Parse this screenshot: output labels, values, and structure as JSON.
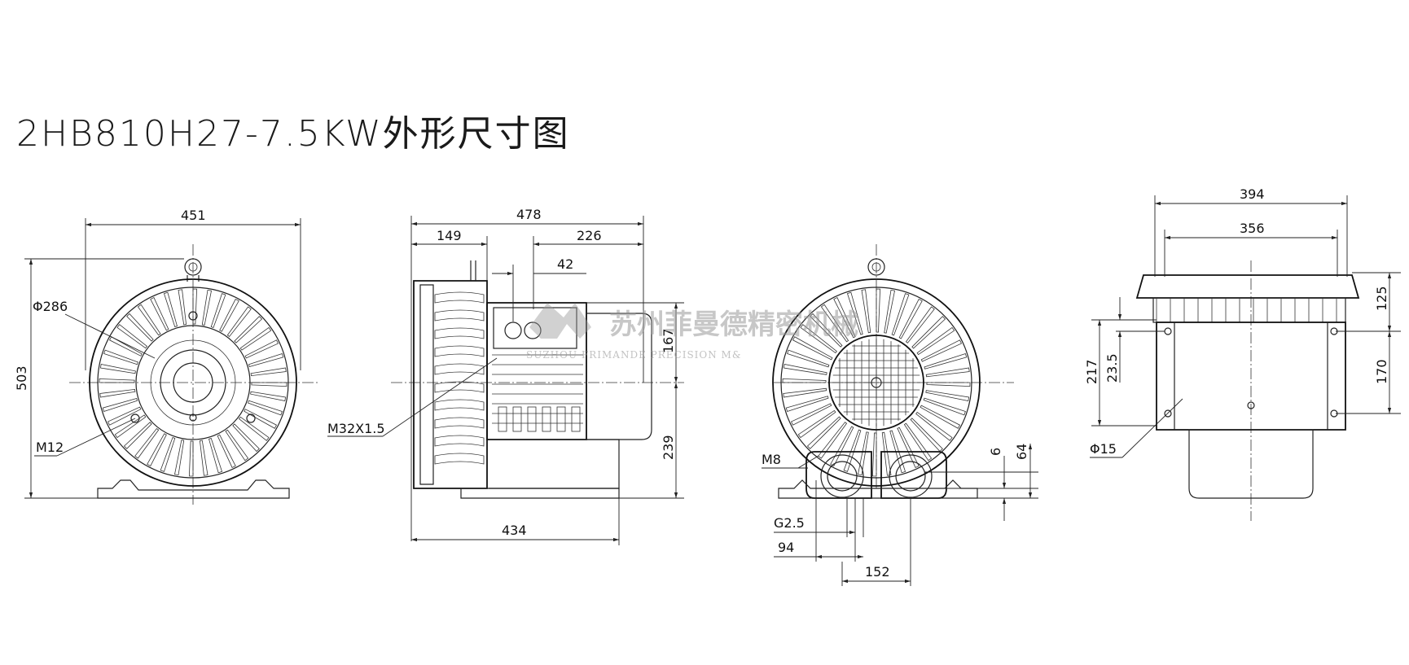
{
  "title": "2HB810H27-7.5KW外形尺寸图",
  "watermark": {
    "text_cn": "苏州菲曼德精密机械",
    "text_en": "SUZHOU FRIMANDE PRECISION M&"
  },
  "views": {
    "front": {
      "dims": {
        "width": "451",
        "height": "503",
        "circle": "Φ286",
        "thread": "M12"
      }
    },
    "side": {
      "dims": {
        "total": "478",
        "left": "149",
        "right": "226",
        "offset": "42",
        "h167": "167",
        "h239": "239",
        "base": "434",
        "conduit": "M32X1.5"
      }
    },
    "back": {
      "dims": {
        "thread": "M8",
        "g": "G2.5",
        "d94": "94",
        "d152": "152",
        "d6": "6",
        "d64": "64"
      }
    },
    "top": {
      "dims": {
        "w394": "394",
        "w356": "356",
        "h217": "217",
        "h23": "23.5",
        "h125": "125",
        "h170": "170",
        "hole": "Φ15"
      }
    }
  },
  "colors": {
    "line": "#222222",
    "watermark": "#9a9a9a",
    "background": "#ffffff"
  }
}
